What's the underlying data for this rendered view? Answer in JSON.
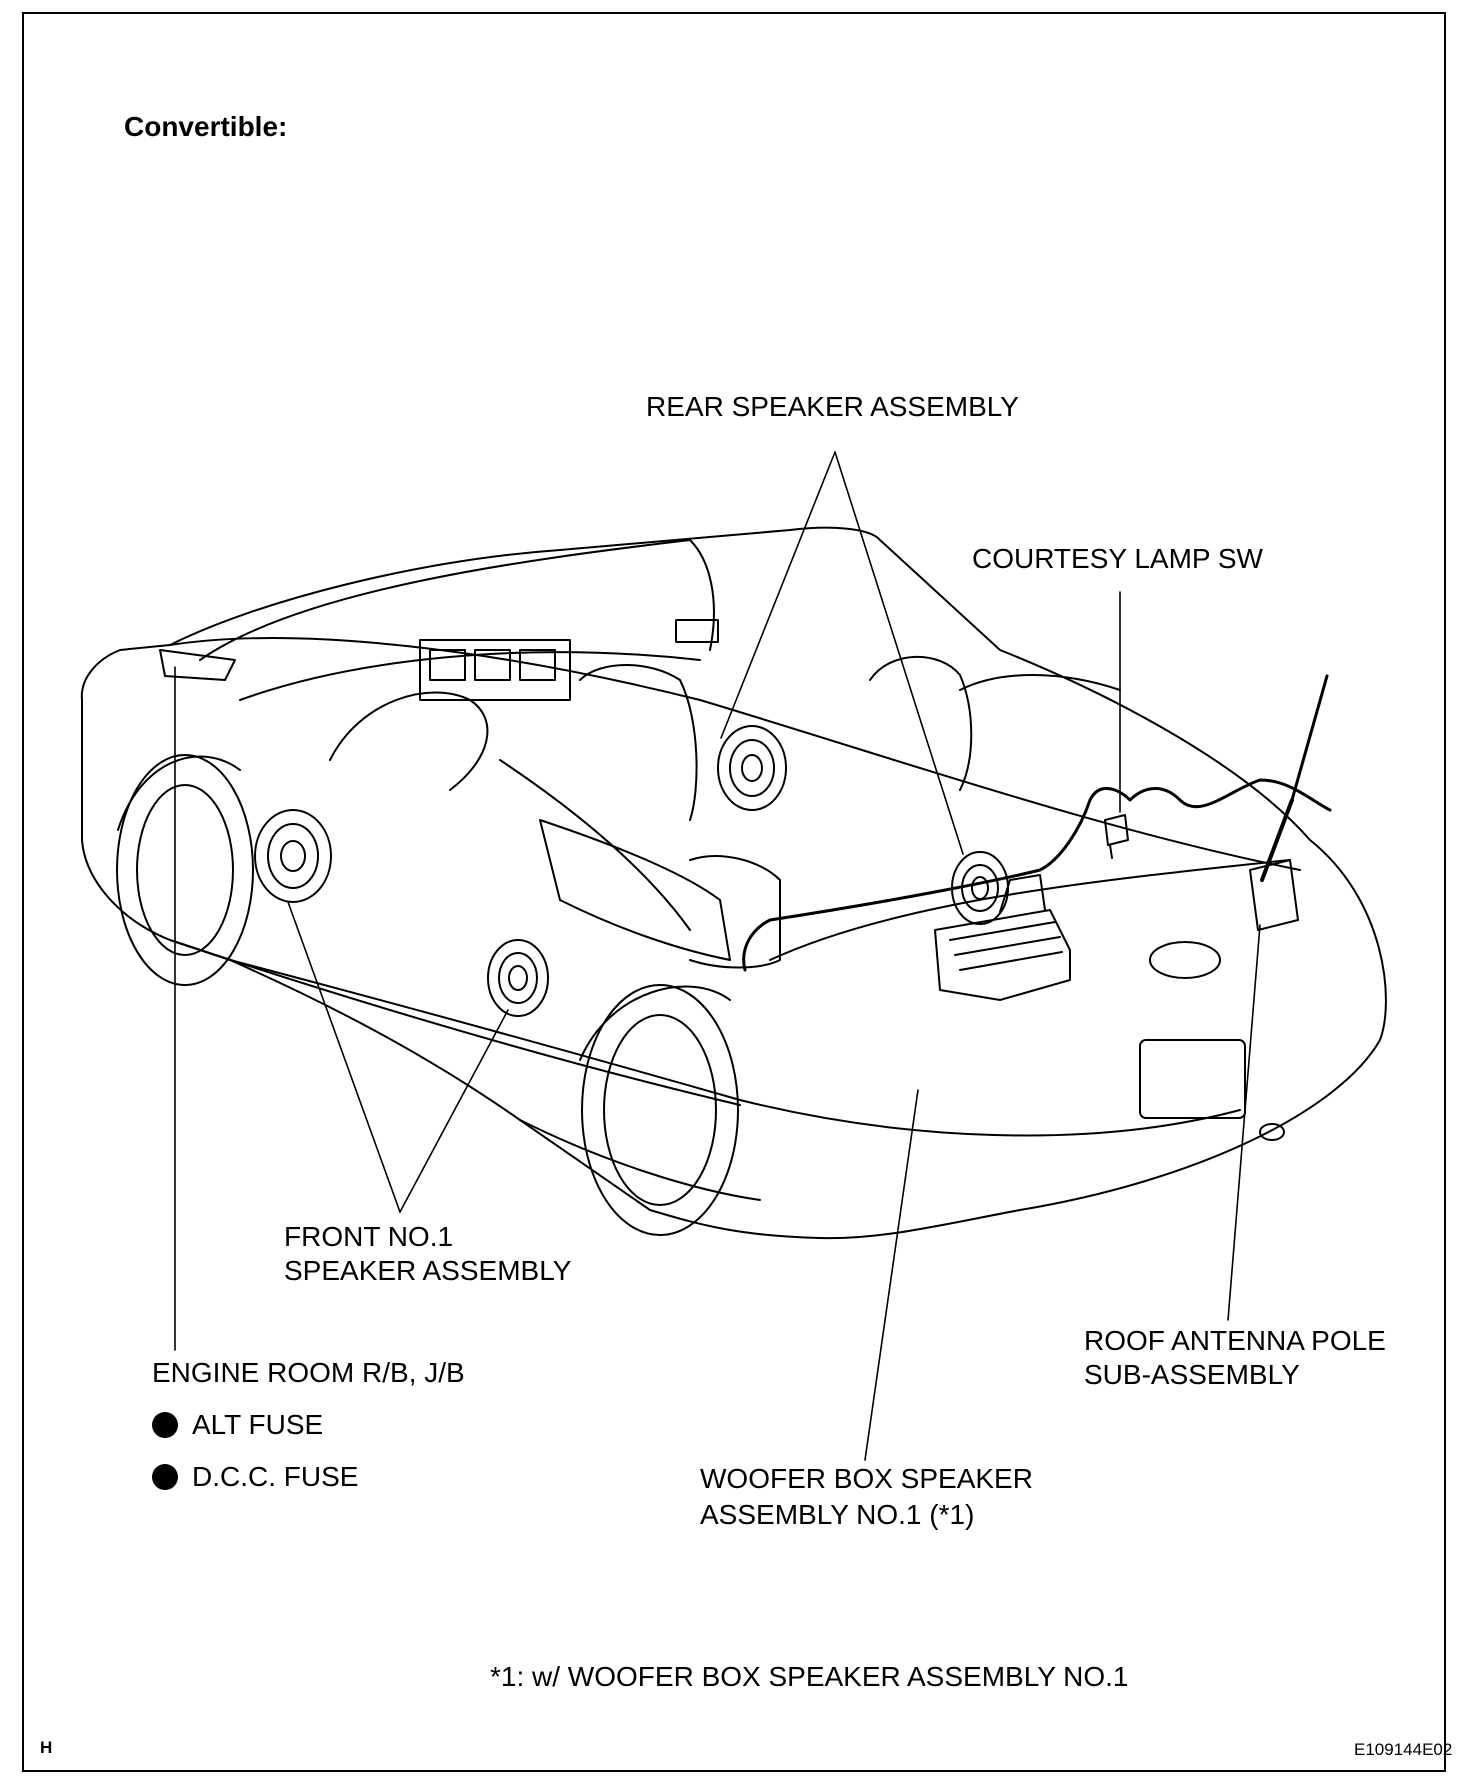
{
  "section_heading": "Convertible:",
  "labels": {
    "rear_speaker": "REAR SPEAKER ASSEMBLY",
    "courtesy_lamp_sw": "COURTESY LAMP SW",
    "front_speaker_line1": "FRONT NO.1",
    "front_speaker_line2": "SPEAKER ASSEMBLY",
    "engine_room": "ENGINE ROOM R/B, J/B",
    "alt_fuse": "ALT FUSE",
    "dcc_fuse": "D.C.C. FUSE",
    "woofer_line1": "WOOFER BOX SPEAKER",
    "woofer_line2": "ASSEMBLY NO.1 (*1)",
    "roof_antenna_line1": "ROOF ANTENNA POLE",
    "roof_antenna_line2": "SUB-ASSEMBLY"
  },
  "footnote": "*1: w/ WOOFER BOX SPEAKER ASSEMBLY NO.1",
  "corner_letter": "H",
  "figure_code": "E109144E02"
}
